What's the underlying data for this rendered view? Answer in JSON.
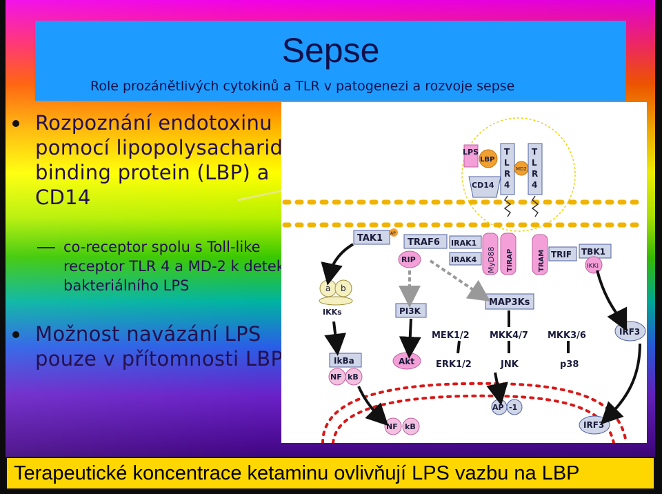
{
  "slide": {
    "title": "Sepse",
    "subtitle": "Role prozánětlivých cytokinů a TLR v patogenezi a rozvoje sepse",
    "bullets": [
      "Rozpoznání endotoxinu pomocí lipopolysacharid-binding protein (LBP) a CD14",
      "Možnost navázání LPS pouze v přítomnosti LBP"
    ],
    "sub_bullet": "co-receptor spolu s Toll-like receptor TLR 4 a MD-2 k detekci bakteriálního LPS",
    "footer": "Terapeutické koncentrace ketaminu ovlivňují LPS vazbu na LBP"
  },
  "diagram": {
    "labels": {
      "lps": "LPS",
      "lbp": "LBP",
      "md2": "MD2",
      "cd14": "CD14",
      "tlr_t": "T",
      "tlr_l": "L",
      "tlr_r": "R",
      "tlr_4": "4",
      "tak1": "TAK1",
      "traf6": "TRAF6",
      "irak1": "IRAK1",
      "irak4": "IRAK4",
      "myd88": "MyD88",
      "tirap": "TIRAP",
      "tram": "TRAM",
      "trif": "TRIF",
      "tbk1": "TBK1",
      "ikki": "IKKi",
      "rip": "RIP",
      "ap": "AP",
      "a": "a",
      "b": "b",
      "ikks": "IKKs",
      "pi3k": "PI3K",
      "map3ks": "MAP3Ks",
      "mek12": "MEK1/2",
      "mkk47": "MKK4/7",
      "mkk36": "MKK3/6",
      "irf3": "IRF3",
      "ikba": "IkBa",
      "nf": "NF",
      "kb": "kB",
      "akt": "Akt",
      "erk12": "ERK1/2",
      "jnk": "JNK",
      "p38": "p38",
      "ap1_a": "AP",
      "ap1_b": "-1"
    },
    "colors": {
      "box_fill": "#cfd6e8",
      "pink": "#f4a0d8",
      "orange": "#f0a030",
      "membrane": "#f0b400",
      "nucleus": "#e02020",
      "dark_text": "#1a1a3a"
    }
  }
}
